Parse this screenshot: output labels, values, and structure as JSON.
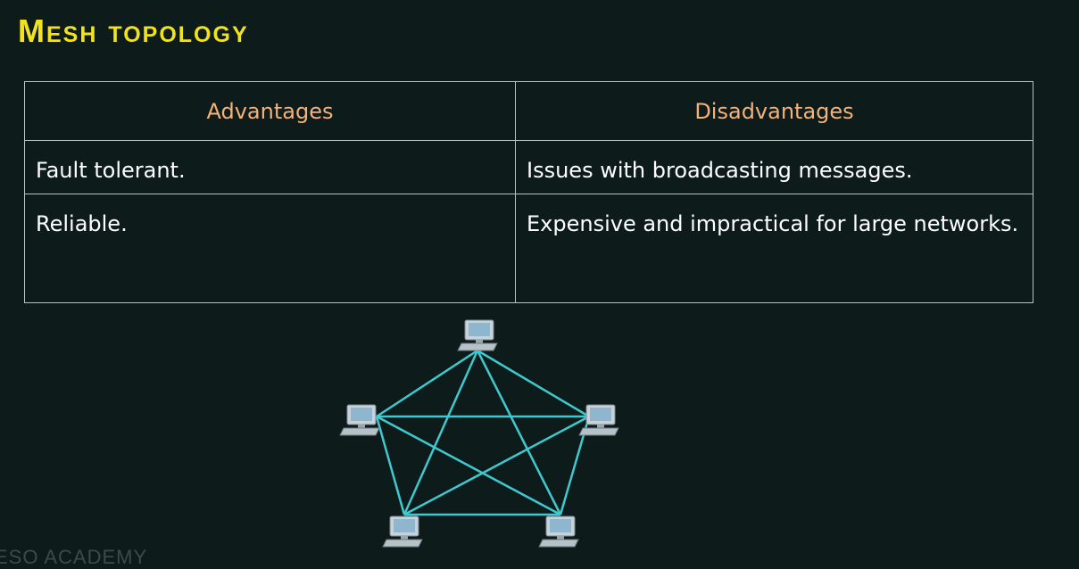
{
  "title": "Mesh topology",
  "table": {
    "headers": [
      "Advantages",
      "Disadvantages"
    ],
    "rows": [
      [
        "Fault tolerant.",
        "Issues with broadcasting messages."
      ],
      [
        "Reliable.",
        "Expensive and impractical for large networks."
      ]
    ]
  },
  "diagram": {
    "nodes": [
      "computer-top",
      "computer-left",
      "computer-right",
      "computer-bottom-left",
      "computer-bottom-right"
    ],
    "link_color": "#3fc9cf",
    "topology": "full mesh"
  },
  "watermark": "ESO ACADEMY",
  "colors": {
    "background": "#0e1b1b",
    "title": "#f2e21c",
    "header_text": "#f2b27a",
    "body_text": "#ffffff",
    "border": "#b8c4c4"
  }
}
